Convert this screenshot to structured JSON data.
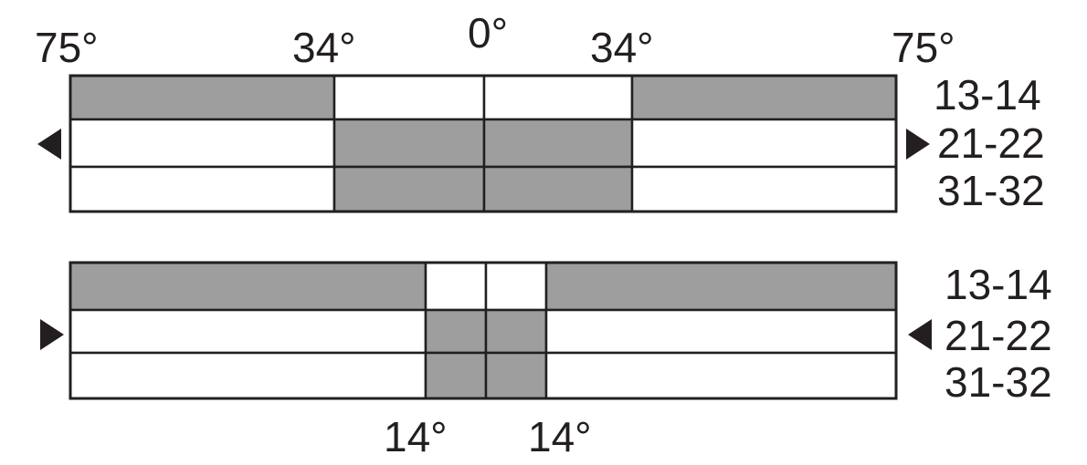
{
  "colors": {
    "shaded": "#9d9e9d",
    "empty": "#ffffff",
    "line": "#231f20"
  },
  "top": {
    "angle_labels": [
      "75°",
      "34°",
      "0°",
      "34°",
      "75°"
    ],
    "row_labels": [
      "13-14",
      "21-22",
      "31-32"
    ],
    "arrow_left": "left-pointing-triangle",
    "arrow_right": "right-pointing-triangle",
    "shading": [
      [
        true,
        false,
        false,
        true
      ],
      [
        false,
        true,
        true,
        false
      ],
      [
        false,
        true,
        true,
        false
      ]
    ]
  },
  "bottom": {
    "angle_labels": [
      "14°",
      "14°"
    ],
    "row_labels": [
      "13-14",
      "21-22",
      "31-32"
    ],
    "arrow_left": "right-pointing-triangle",
    "arrow_right": "left-pointing-triangle",
    "shading": [
      [
        true,
        false,
        false,
        true
      ],
      [
        false,
        true,
        true,
        false
      ],
      [
        false,
        true,
        true,
        false
      ]
    ]
  }
}
